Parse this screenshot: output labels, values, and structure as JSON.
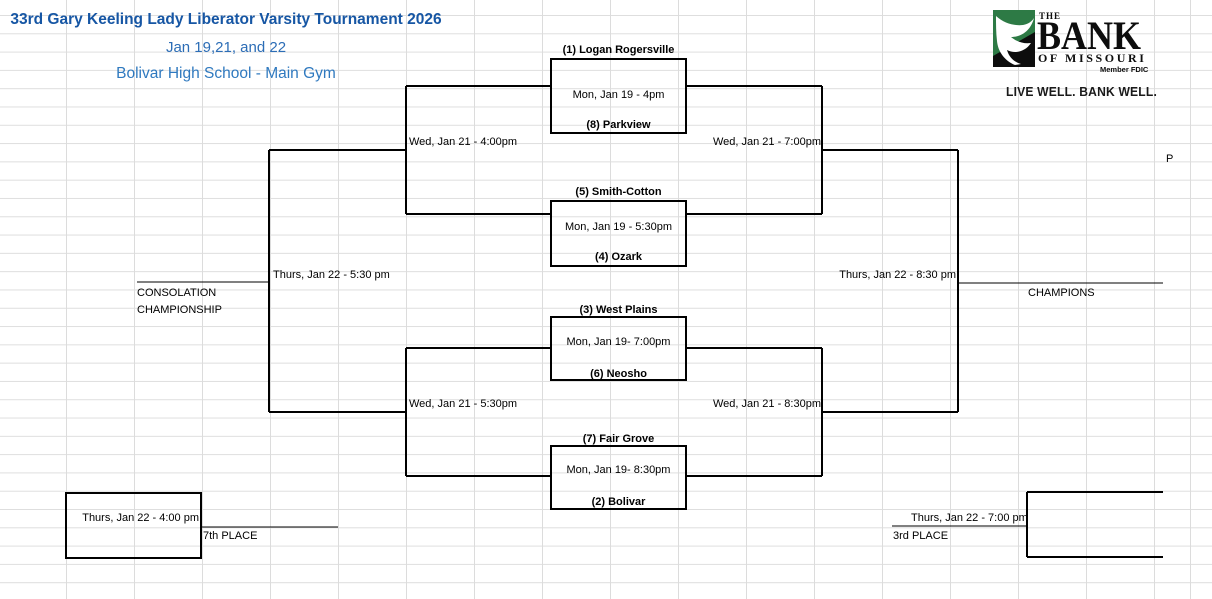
{
  "header": {
    "title": "33rd Gary Keeling Lady Liberator Varsity Tournament 2026",
    "dates": "Jan 19,21, and 22",
    "venue": "Bolivar High School - Main Gym"
  },
  "colors": {
    "title_blue": "#1656a4",
    "dates_blue": "#2c6db6",
    "venue_blue": "#2f79bf",
    "bank_green": "#2d7a45",
    "bank_black": "#0d0d0d",
    "bracket_line": "#000000",
    "gridline": "#dcdcdc"
  },
  "sponsor": {
    "the": "THE",
    "name": "BANK",
    "sub": "OF MISSOURI",
    "member": "Member FDIC",
    "tagline": "LIVE WELL. BANK WELL."
  },
  "bracket": {
    "games": [
      {
        "top": "(1) Logan Rogersville",
        "time": "Mon, Jan 19 - 4pm",
        "bottom": "(8) Parkview"
      },
      {
        "top": "(5) Smith-Cotton",
        "time": "Mon, Jan 19 - 5:30pm",
        "bottom": "(4) Ozark"
      },
      {
        "top": "(3) West Plains",
        "time": "Mon, Jan 19- 7:00pm",
        "bottom": "(6) Neosho"
      },
      {
        "top": "(7) Fair Grove",
        "time": "Mon, Jan 19- 8:30pm",
        "bottom": "(2) Bolivar"
      }
    ],
    "semifinals": {
      "left_top": "Wed, Jan 21 - 4:00pm",
      "right_top": "Wed, Jan 21 - 7:00pm",
      "left_bottom": "Wed, Jan 21 - 5:30pm",
      "right_bottom": "Wed, Jan 21 - 8:30pm"
    },
    "consolation": {
      "time": "Thurs, Jan 22 - 5:30 pm",
      "label_line1": "CONSOLATION",
      "label_line2": "CHAMPIONSHIP"
    },
    "championship": {
      "time": "Thurs, Jan 22 - 8:30 pm",
      "label": "CHAMPIONS"
    },
    "seventh_place": {
      "time": "Thurs, Jan 22 - 4:00 pm",
      "label": "7th PLACE"
    },
    "third_place": {
      "time": "Thurs, Jan 22 - 7:00 pm",
      "label": "3rd PLACE"
    },
    "stray_text": "P"
  }
}
